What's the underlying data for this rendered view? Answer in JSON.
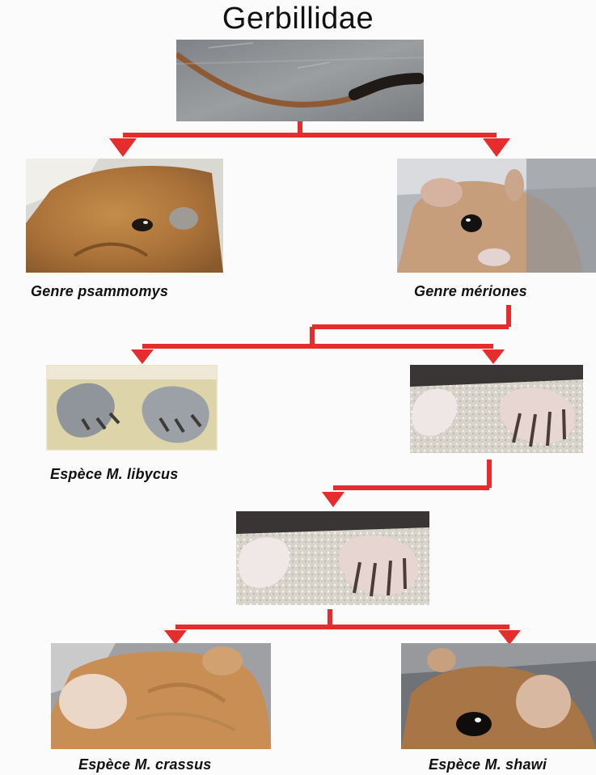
{
  "diagram": {
    "title": "Gerbillidae",
    "level1": {
      "left_caption": "Genre psammomys",
      "right_caption": "Genre mériones"
    },
    "level2": {
      "left_caption": "Espèce M. libycus"
    },
    "level4": {
      "left_caption": "Espèce M. crassus",
      "right_caption": "Espèce M. shawi"
    },
    "colors": {
      "arrow": "#e52d2d",
      "title_text": "#111111"
    }
  }
}
